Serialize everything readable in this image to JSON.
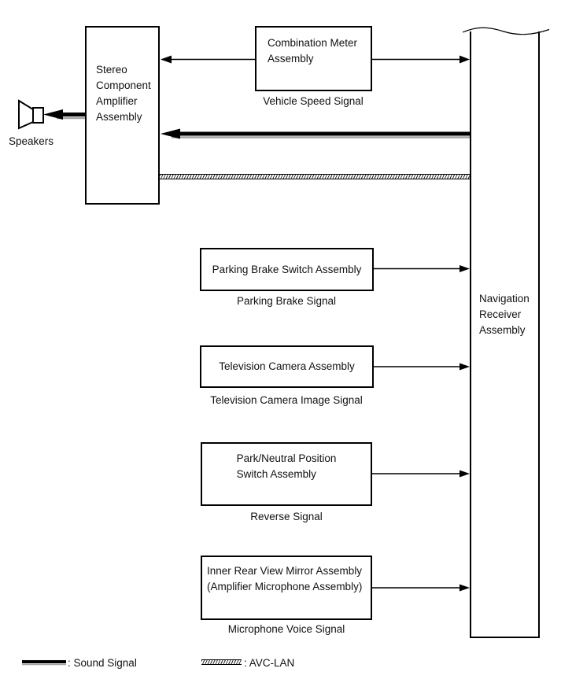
{
  "colors": {
    "line": "#000000",
    "shadow": "#a3a3a3",
    "bg": "#ffffff",
    "text": "#111111"
  },
  "nodes": {
    "stereo_amplifier": {
      "label": "Stereo\nComponent\nAmplifier\nAssembly"
    },
    "combination_meter": {
      "label": "Combination Meter\nAssembly"
    },
    "parking_brake_switch": {
      "label": "Parking Brake Switch Assembly"
    },
    "television_camera": {
      "label": "Television Camera Assembly"
    },
    "park_neutral_switch": {
      "label": "Park/Neutral Position\nSwitch Assembly"
    },
    "inner_mirror": {
      "label": "Inner Rear View Mirror Assembly\n(Amplifier Microphone Assembly)"
    },
    "navigation_receiver": {
      "label": "Navigation\nReceiver\nAssembly"
    },
    "speakers": {
      "label": "Speakers"
    }
  },
  "signal_labels": {
    "vehicle_speed": "Vehicle Speed Signal",
    "parking_brake": "Parking Brake Signal",
    "television_camera_image": "Television Camera Image Signal",
    "reverse": "Reverse Signal",
    "microphone_voice": "Microphone Voice Signal"
  },
  "legend": {
    "sound_signal": ": Sound Signal",
    "avc_lan": ": AVC-LAN"
  }
}
